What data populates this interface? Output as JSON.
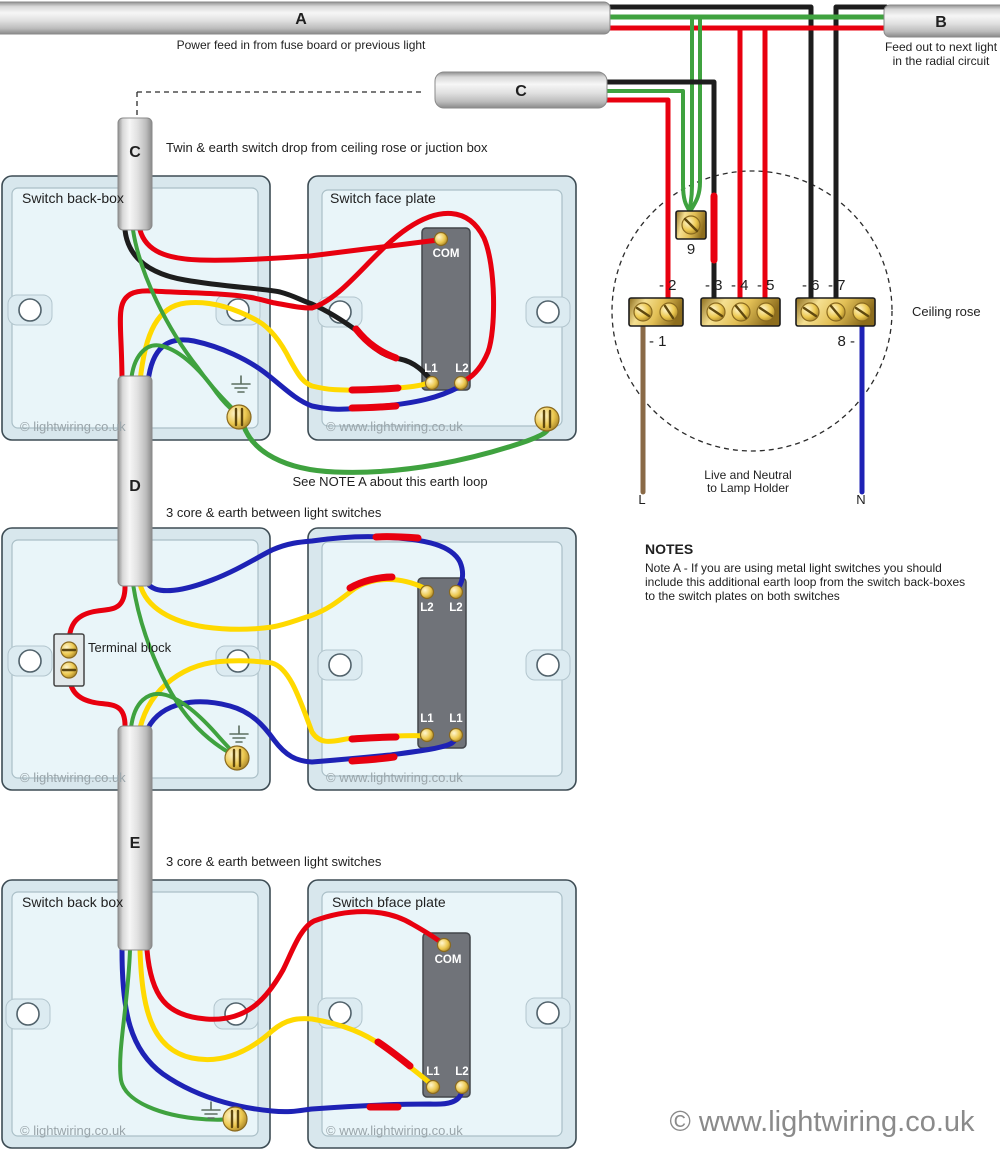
{
  "cables": {
    "a": {
      "label": "A",
      "caption": "Power feed in from fuse board or previous light"
    },
    "b": {
      "label": "B",
      "caption1": "Feed out to next light",
      "caption2": "in the radial circuit"
    },
    "c": {
      "label": "C",
      "caption": "Twin & earth switch drop from ceiling rose or juction box"
    },
    "d": {
      "label": "D",
      "caption": "3 core & earth between light switches"
    },
    "e": {
      "label": "E",
      "caption": "3 core & earth between light switches"
    }
  },
  "rose": {
    "title": "Ceiling rose",
    "t1": "- 1",
    "t2": "- 2",
    "t3": "- 3",
    "t4": "- 4",
    "t5": "- 5",
    "t6": "- 6",
    "t7": "- 7",
    "t8": "8 -",
    "t9": "9",
    "live": "L",
    "neutral": "N",
    "lamp1": "Live and Neutral",
    "lamp2": "to Lamp Holder"
  },
  "sw1": {
    "backbox": "Switch back-box",
    "faceplate": "Switch face plate",
    "com": "COM",
    "l1": "L1",
    "l2": "L2"
  },
  "sw2": {
    "block": "Terminal block",
    "l2a": "L2",
    "l2b": "L2",
    "l1a": "L1",
    "l1b": "L1"
  },
  "sw3": {
    "backbox": "Switch back box",
    "faceplate": "Switch bface plate",
    "com": "COM",
    "l1": "L1",
    "l2": "L2"
  },
  "annotations": {
    "earth_loop": "See NOTE A about this earth loop"
  },
  "notes": {
    "heading": "NOTES",
    "l1": "Note A - If you are using metal light switches you should",
    "l2": "include this additional earth loop from the switch back-boxes",
    "l3": "to the switch plates on both switches"
  },
  "copyright": {
    "short": "© lightwiring.co.uk",
    "long": "© www.lightwiring.co.uk"
  },
  "watermark": "© www.lightwiring.co.uk",
  "colors": {
    "live_red": "#e8000f",
    "neutral_black": "#1d1d1d",
    "earth_green": "#3fa23f",
    "strap_yellow": "#ffd900",
    "strap_blue": "#1e22b5",
    "lamp_brown": "#8a6a47",
    "sleeve_red": "#e8000f",
    "brass": "#d9b23c"
  }
}
